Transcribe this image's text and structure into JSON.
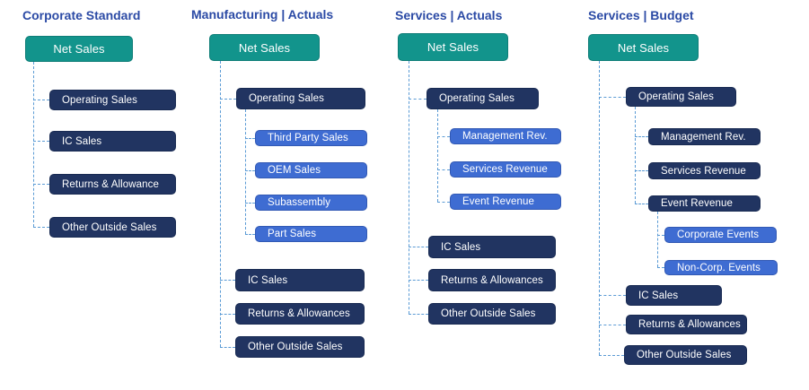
{
  "diagram_type": "hierarchy-tree",
  "palette": {
    "root_node": "#12948C",
    "dark_node": "#213461",
    "light_node": "#3E6CD2",
    "connector": "#5B9BD5",
    "title_text": "#2B4AA5",
    "node_text": "#FFFFFF",
    "background": "#FFFFFF"
  },
  "columns": [
    {
      "title": "Corporate Standard",
      "tree": {
        "label": "Net Sales",
        "children": [
          {
            "label": "Operating Sales"
          },
          {
            "label": "IC Sales"
          },
          {
            "label": "Returns & Allowance"
          },
          {
            "label": "Other Outside Sales"
          }
        ]
      }
    },
    {
      "title": "Manufacturing | Actuals",
      "tree": {
        "label": "Net Sales",
        "children": [
          {
            "label": "Operating Sales",
            "children": [
              {
                "label": "Third Party Sales"
              },
              {
                "label": "OEM Sales"
              },
              {
                "label": "Subassembly"
              },
              {
                "label": "Part Sales"
              }
            ]
          },
          {
            "label": "IC Sales"
          },
          {
            "label": "Returns & Allowances"
          },
          {
            "label": "Other Outside Sales"
          }
        ]
      }
    },
    {
      "title": "Services | Actuals",
      "tree": {
        "label": "Net Sales",
        "children": [
          {
            "label": "Operating Sales",
            "children": [
              {
                "label": "Management Rev."
              },
              {
                "label": "Services Revenue"
              },
              {
                "label": "Event Revenue"
              }
            ]
          },
          {
            "label": "IC Sales"
          },
          {
            "label": "Returns & Allowances"
          },
          {
            "label": "Other Outside Sales"
          }
        ]
      }
    },
    {
      "title": "Services | Budget",
      "tree": {
        "label": "Net Sales",
        "children": [
          {
            "label": "Operating Sales",
            "children": [
              {
                "label": "Management Rev."
              },
              {
                "label": "Services Revenue"
              },
              {
                "label": "Event Revenue",
                "children": [
                  {
                    "label": "Corporate Events"
                  },
                  {
                    "label": "Non-Corp. Events"
                  }
                ]
              }
            ]
          },
          {
            "label": "IC Sales"
          },
          {
            "label": "Returns & Allowances"
          },
          {
            "label": "Other Outside Sales"
          }
        ]
      }
    }
  ]
}
